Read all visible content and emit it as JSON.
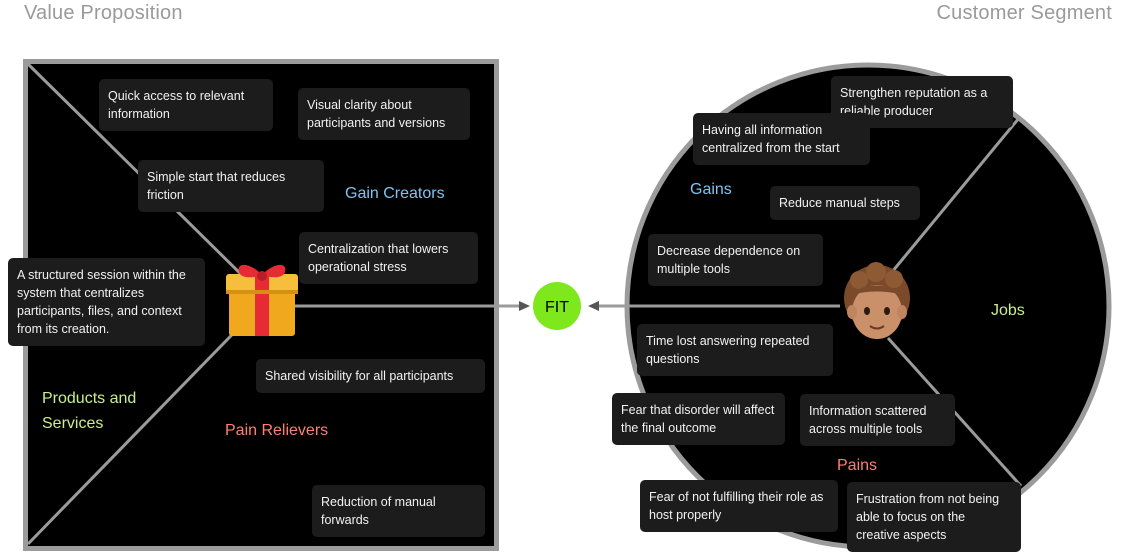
{
  "header": {
    "value_proposition": "Value Proposition",
    "customer_segment": "Customer Segment"
  },
  "fit": "FIT",
  "value_proposition": {
    "gain_creators_label": "Gain Creators",
    "pain_relievers_label": "Pain Relievers",
    "products_label": "Products and Services",
    "product_icon": "gift-icon",
    "cards": {
      "quick_access": "Quick access to relevant information",
      "visual_clarity": "Visual clarity about participants and versions",
      "simple_start": "Simple start that reduces friction",
      "centralization": "Centralization that lowers operational stress",
      "structured_session": "A structured session within the system that centralizes participants, files, and context from its creation.",
      "shared_visibility": "Shared visibility for all participants",
      "reduction_forwards": "Reduction of manual forwards"
    }
  },
  "customer_segment": {
    "gains_label": "Gains",
    "jobs_label": "Jobs",
    "pains_label": "Pains",
    "customer_icon": "person-avatar-icon",
    "cards": {
      "strengthen_reputation": "Strengthen reputation as a reliable producer",
      "all_info_centralized": "Having all information centralized from the start",
      "reduce_manual": "Reduce manual steps",
      "decrease_dependence": "Decrease dependence on multiple tools",
      "time_lost": "Time lost answering repeated questions",
      "fear_disorder": "Fear that disorder will affect the final outcome",
      "info_scattered": "Information scattered across multiple tools",
      "fear_not_fulfilling": "Fear of not fulfilling their role as host properly",
      "frustration_focus": "Frustration from not being able to focus on the creative aspects"
    }
  },
  "colors": {
    "panel_bg": "#000000",
    "panel_border": "#9b9b9b",
    "card_bg": "#1c1c1c",
    "fit_bg": "#7ee81c",
    "gains_label": "#7ec4f2",
    "jobs_label": "#c9ee8d",
    "pains_label": "#ff7f73"
  }
}
